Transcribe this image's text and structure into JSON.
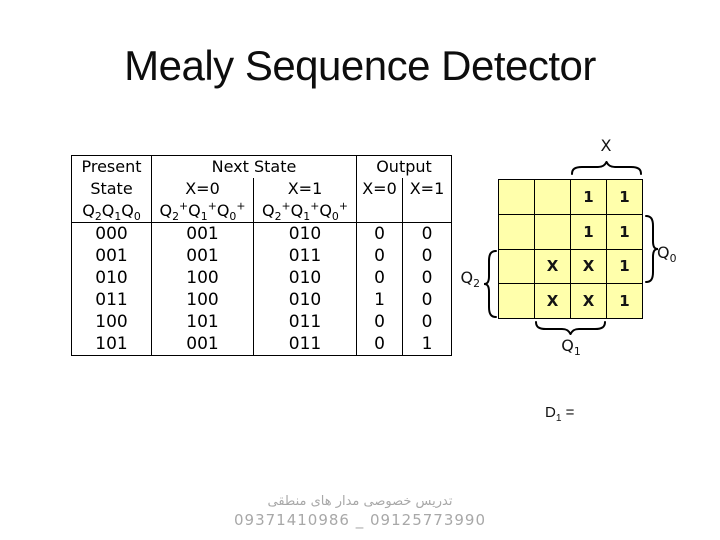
{
  "slide": {
    "title": "Mealy Sequence Detector"
  },
  "state_table": {
    "header": {
      "present_lines": [
        "Present",
        "State",
        "Q_2_Q_1_Q_0_"
      ],
      "next_state": "Next State",
      "output": "Output",
      "ns_x0": "X=0",
      "ns_x1": "X=1",
      "ns_sub": "Q_2_^+^Q_1_^+^Q_0_^+^",
      "out_x0": "X=0",
      "out_x1": "X=1"
    },
    "rows": [
      [
        "000",
        "001",
        "010",
        "0",
        "0"
      ],
      [
        "001",
        "001",
        "011",
        "0",
        "0"
      ],
      [
        "010",
        "100",
        "010",
        "0",
        "0"
      ],
      [
        "011",
        "100",
        "010",
        "1",
        "0"
      ],
      [
        "100",
        "101",
        "011",
        "0",
        "0"
      ],
      [
        "101",
        "001",
        "011",
        "0",
        "1"
      ]
    ]
  },
  "kmap": {
    "cell_color": "#ffffab",
    "cells": [
      [
        "",
        "",
        "1",
        "1"
      ],
      [
        "",
        "",
        "1",
        "1"
      ],
      [
        "",
        "X",
        "X",
        "1"
      ],
      [
        "",
        "X",
        "X",
        "1"
      ]
    ],
    "labels": {
      "top": "X",
      "left": "Q_2_",
      "right": "Q_0_",
      "bottom": "Q_1_"
    }
  },
  "equation": "D_1_ =",
  "footer": {
    "color": "#a8a8a8",
    "line1": "تدریس خصوصی مدار های منطقی",
    "line2": "09371410986 _ 09125773990"
  }
}
